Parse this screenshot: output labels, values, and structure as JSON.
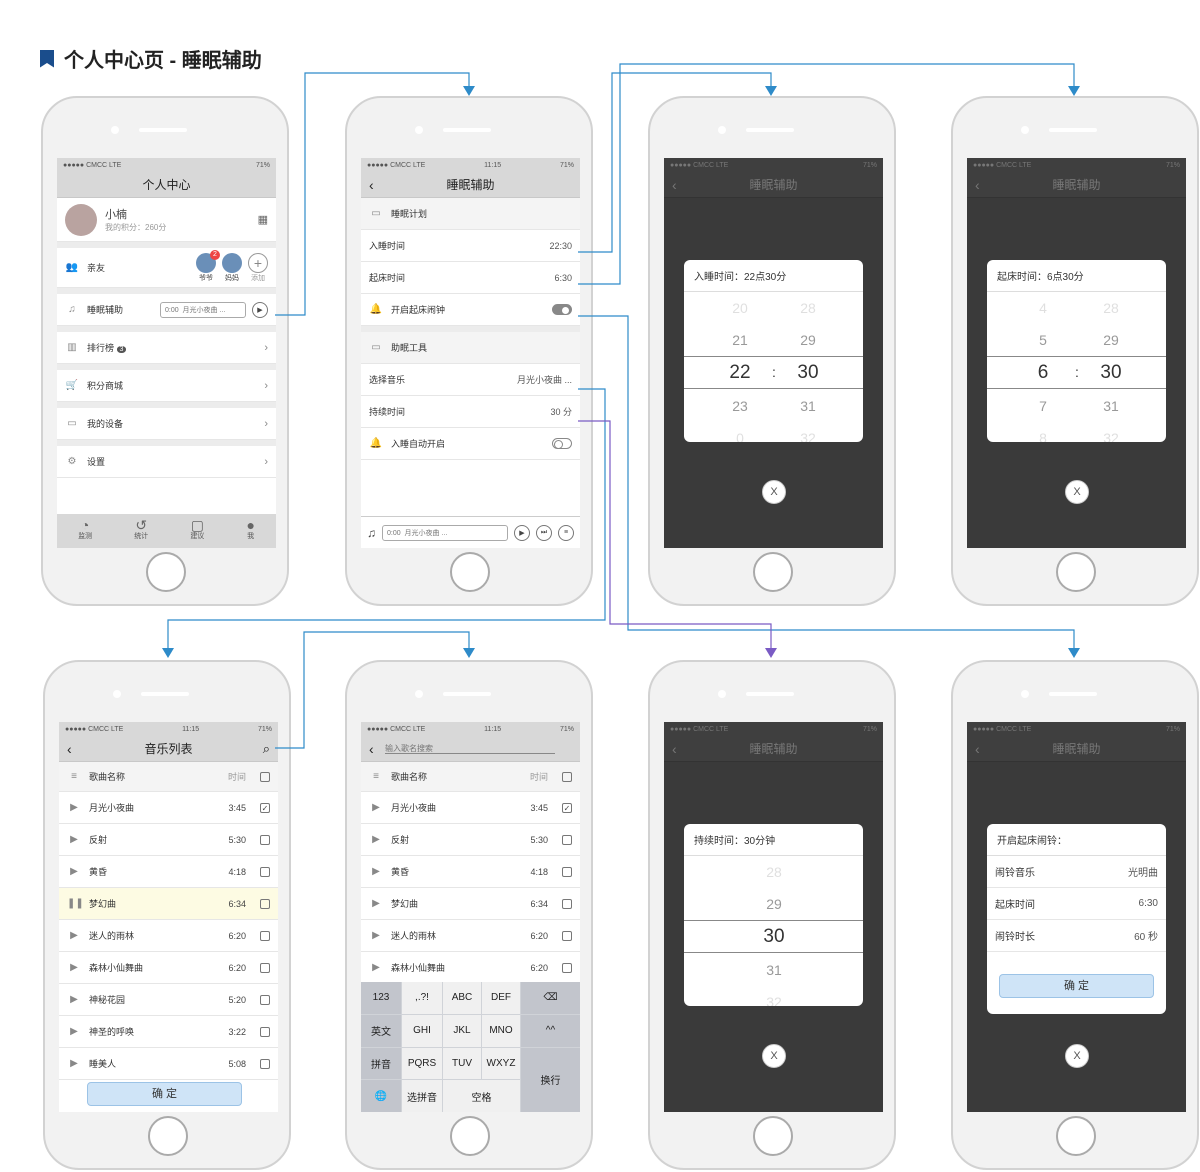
{
  "page_title": "个人中心页 - 睡眠辅助",
  "status": {
    "carrier": "●●●●● CMCC LTE",
    "time": "11:15",
    "battery": "71%"
  },
  "p1": {
    "nav": "个人中心",
    "user": {
      "name": "小楠",
      "points": "我的积分：260分"
    },
    "family": {
      "label": "亲友",
      "m1": "爷爷",
      "m1_badge": "2",
      "m2": "妈妈",
      "add": "添加"
    },
    "sleep": {
      "label": "睡眠辅助",
      "time": "0:00",
      "song": "月光小夜曲 ..."
    },
    "menu": [
      "排行榜",
      "积分商城",
      "我的设备",
      "设置"
    ],
    "rank_badge": "3",
    "tabs": [
      "监测",
      "统计",
      "建议",
      "我"
    ]
  },
  "p2": {
    "nav": "睡眠辅助",
    "sec1": "睡眠计划",
    "bed_label": "入睡时间",
    "bed_value": "22:30",
    "wake_label": "起床时间",
    "wake_value": "6:30",
    "alarm_label": "开启起床闹钟",
    "sec2": "助眠工具",
    "music_label": "选择音乐",
    "music_value": "月光小夜曲 ...",
    "dur_label": "持续时间",
    "dur_value": "30 分",
    "auto_label": "入睡自动开启",
    "player_time": "0:00",
    "player_song": "月光小夜曲 ..."
  },
  "p3": {
    "title": "入睡时间：22点30分",
    "h": [
      "20",
      "21",
      "22",
      "23",
      "0"
    ],
    "m": [
      "28",
      "29",
      "30",
      "31",
      "32"
    ],
    "colon": ":"
  },
  "p4": {
    "title": "起床时间：6点30分",
    "h": [
      "4",
      "5",
      "6",
      "7",
      "8"
    ],
    "m": [
      "28",
      "29",
      "30",
      "31",
      "32"
    ],
    "colon": ":"
  },
  "close": "X",
  "p5": {
    "nav": "音乐列表",
    "head": {
      "name": "歌曲名称",
      "time": "时间"
    },
    "songs": [
      {
        "name": "月光小夜曲",
        "time": "3:45",
        "checked": "✓"
      },
      {
        "name": "反射",
        "time": "5:30"
      },
      {
        "name": "黄昏",
        "time": "4:18"
      },
      {
        "name": "梦幻曲",
        "time": "6:34"
      },
      {
        "name": "迷人的雨林",
        "time": "6:20"
      },
      {
        "name": "森林小仙舞曲",
        "time": "6:20"
      },
      {
        "name": "神秘花园",
        "time": "5:20"
      },
      {
        "name": "神圣的呼唤",
        "time": "3:22"
      },
      {
        "name": "睡美人",
        "time": "5:08"
      }
    ],
    "confirm": "确 定"
  },
  "p6": {
    "search_placeholder": "输入歌名搜索",
    "keys": [
      "123",
      ",.?!",
      "ABC",
      "DEF",
      "⌫",
      "英文",
      "GHI",
      "JKL",
      "MNO",
      "^^",
      "拼音",
      "PQRS",
      "TUV",
      "WXYZ",
      "换行",
      "🌐",
      "选拼音",
      "空格"
    ]
  },
  "p7": {
    "title": "持续时间：30分钟",
    "m": [
      "28",
      "29",
      "30",
      "31",
      "32"
    ]
  },
  "p8": {
    "title": "开启起床闹铃：",
    "rows": [
      {
        "label": "闹铃音乐",
        "value": "光明曲"
      },
      {
        "label": "起床时间",
        "value": "6:30"
      },
      {
        "label": "闹铃时长",
        "value": "60 秒"
      }
    ],
    "confirm": "确 定"
  }
}
